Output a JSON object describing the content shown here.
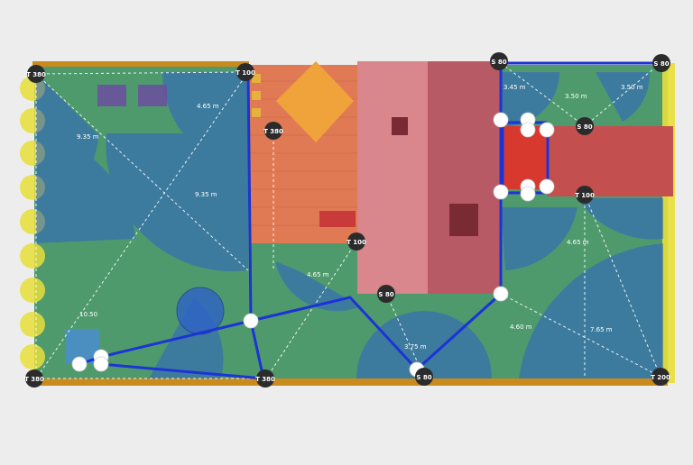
{
  "colors": {
    "paper": "#ededed",
    "lawn": "#4f9a6d",
    "coverage": "#2f63c7",
    "pipe": "#1c33d6",
    "deck": "#e07a55",
    "roof_left": "#d9868c",
    "roof_right": "#b85a66",
    "patio": "#c44f4f",
    "hedge": "#e8df3a",
    "fence": "#c98a1e",
    "sprinkler_badge": "#2b2b2b",
    "valve": "#ffffff"
  },
  "sprinklers": [
    {
      "id": "s1",
      "label": "T 380"
    },
    {
      "id": "s2",
      "label": "T 100"
    },
    {
      "id": "s3",
      "label": "T 380"
    },
    {
      "id": "s4",
      "label": "S 80"
    },
    {
      "id": "s5",
      "label": "S 80"
    },
    {
      "id": "s6",
      "label": "S 80"
    },
    {
      "id": "s7",
      "label": "T 100"
    },
    {
      "id": "s8",
      "label": "T 100"
    },
    {
      "id": "s9",
      "label": "S 80"
    },
    {
      "id": "s10",
      "label": "T 380"
    },
    {
      "id": "s11",
      "label": "T 380"
    },
    {
      "id": "s12",
      "label": "S 80"
    },
    {
      "id": "s13",
      "label": "T 200"
    }
  ],
  "distances": [
    {
      "id": "d1",
      "label": "4.65 m"
    },
    {
      "id": "d2",
      "label": "9.35 m"
    },
    {
      "id": "d3",
      "label": "9.35 m"
    },
    {
      "id": "d4",
      "label": "10.50"
    },
    {
      "id": "d5",
      "label": "3.45 m"
    },
    {
      "id": "d6",
      "label": "3.50 m"
    },
    {
      "id": "d7",
      "label": "3.50 m"
    },
    {
      "id": "d8",
      "label": "4.65 m"
    },
    {
      "id": "d9",
      "label": "4.65 m"
    },
    {
      "id": "d10",
      "label": "4.60 m"
    },
    {
      "id": "d11",
      "label": "7.65 m"
    },
    {
      "id": "d12",
      "label": "3.75 m"
    }
  ]
}
